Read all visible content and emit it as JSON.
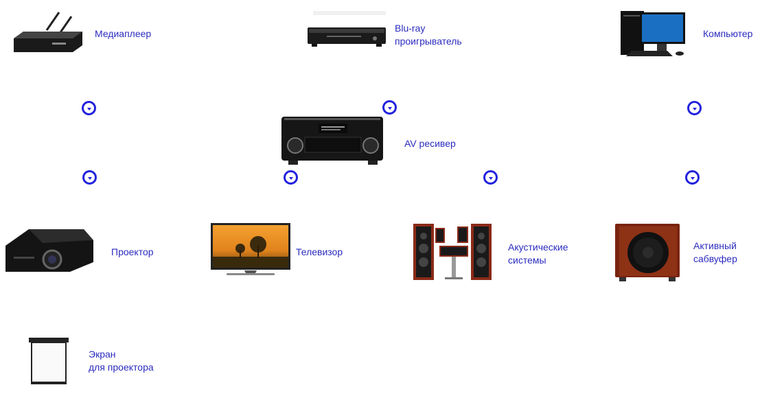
{
  "devices": {
    "mediaplayer": "Медиаплеер",
    "bluray": "Blu-ray\nпроигрыватель",
    "computer": "Компьютер",
    "receiver": "AV ресивер",
    "projector": "Проектор",
    "tv": "Телевизор",
    "speakers": "Акустические\nсистемы",
    "subwoofer": "Активный\nсабвуфер",
    "screen": "Экран\nдля проектора"
  },
  "colors": {
    "label": "#2b2bbf",
    "connector": "#2222dd"
  }
}
